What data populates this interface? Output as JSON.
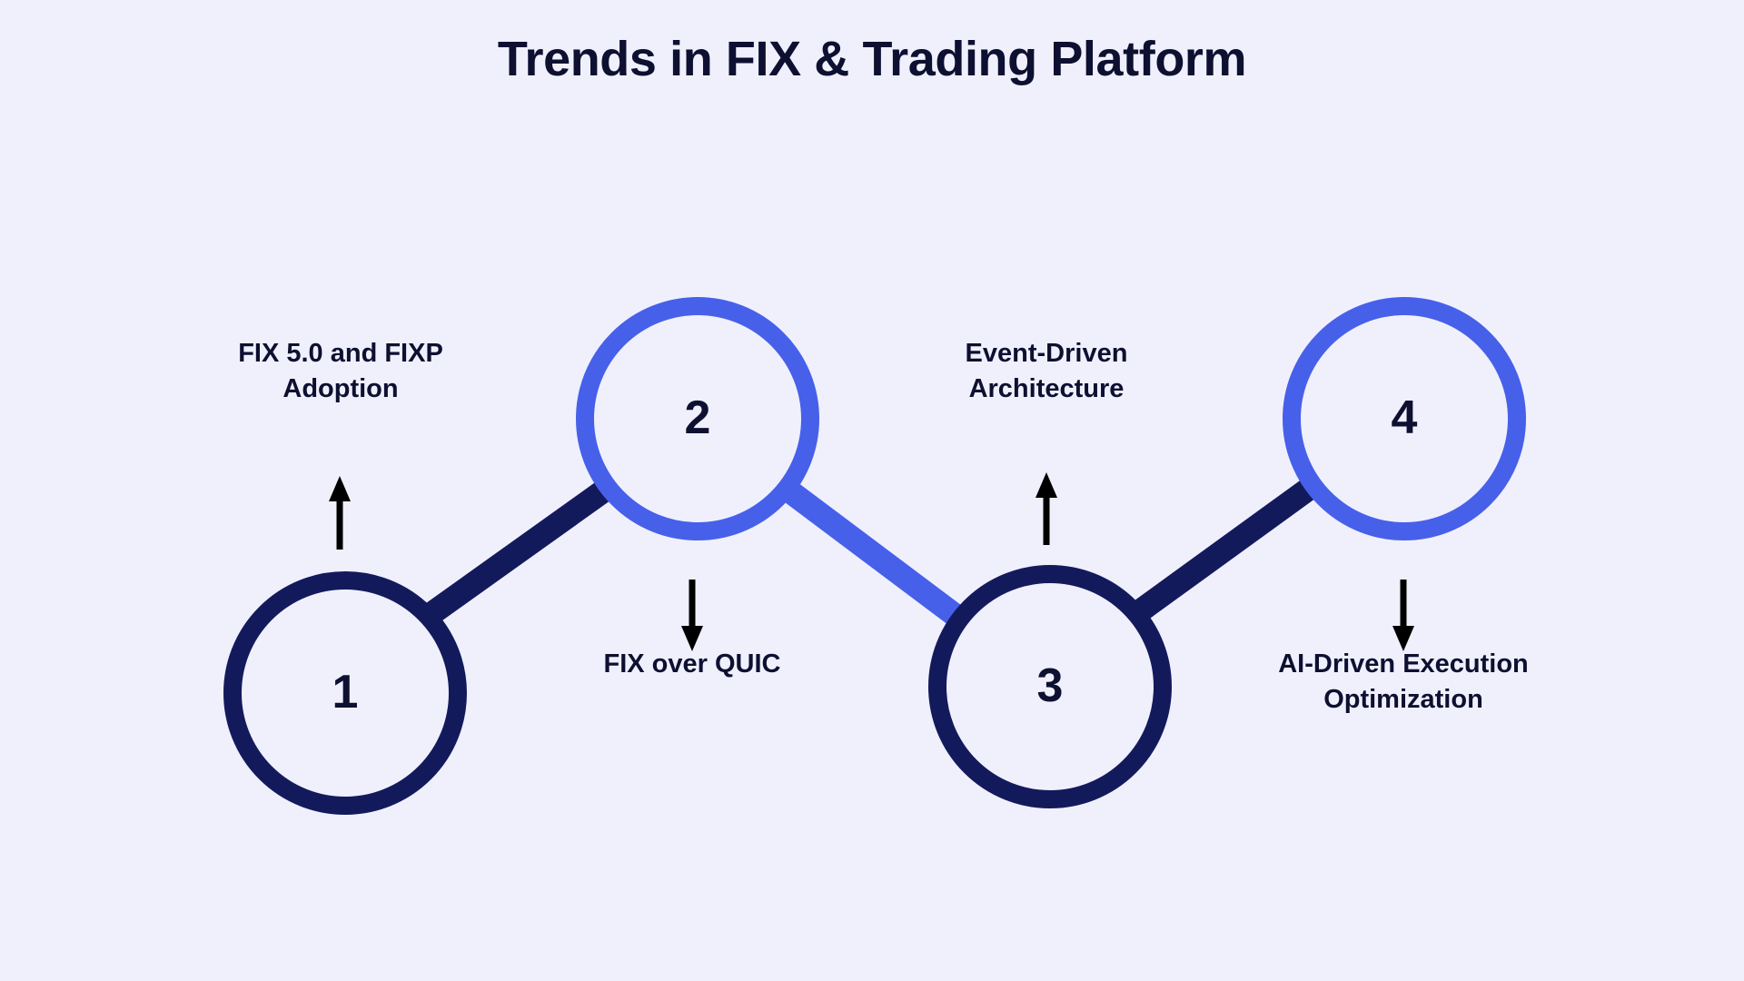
{
  "title": "Trends in FIX & Trading Platform",
  "colors": {
    "background": "#f0f0fd",
    "navy": "#131a5c",
    "blue": "#4760ea",
    "text": "#0d1030",
    "arrow": "#000000"
  },
  "chart_data": {
    "type": "diagram",
    "title": "Trends in FIX & Trading Platform",
    "layout": "zigzag-4-step",
    "nodes": [
      {
        "number": "1",
        "label": "FIX 5.0 and FIXP\nAdoption",
        "color": "navy",
        "label_position": "above",
        "arrow": "up"
      },
      {
        "number": "2",
        "label": "FIX over QUIC",
        "color": "blue",
        "label_position": "below",
        "arrow": "down"
      },
      {
        "number": "3",
        "label": "Event-Driven\nArchitecture",
        "color": "navy",
        "label_position": "above",
        "arrow": "up"
      },
      {
        "number": "4",
        "label": "AI-Driven Execution\nOptimization",
        "color": "blue",
        "label_position": "below",
        "arrow": "down"
      }
    ],
    "connectors": [
      {
        "from": "1",
        "to": "2",
        "color": "navy"
      },
      {
        "from": "2",
        "to": "3",
        "color": "blue"
      },
      {
        "from": "3",
        "to": "4",
        "color": "navy"
      }
    ]
  },
  "nodes": {
    "n1": {
      "number": "1"
    },
    "n2": {
      "number": "2"
    },
    "n3": {
      "number": "3"
    },
    "n4": {
      "number": "4"
    }
  },
  "labels": {
    "l1_line1": "FIX 5.0 and FIXP",
    "l1_line2": "Adoption",
    "l2_line1": "FIX over QUIC",
    "l3_line1": "Event-Driven",
    "l3_line2": "Architecture",
    "l4_line1": "AI-Driven Execution",
    "l4_line2": "Optimization"
  }
}
